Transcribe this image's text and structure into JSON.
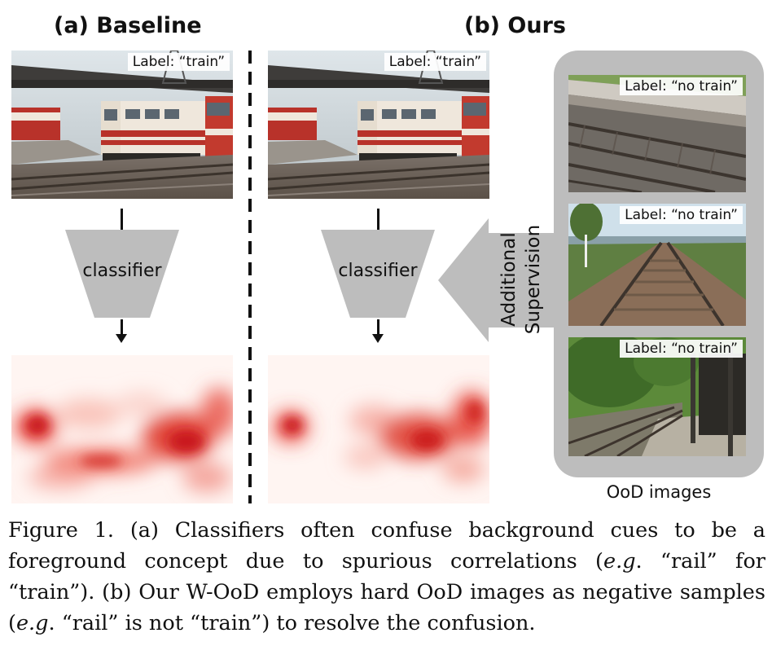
{
  "panels": {
    "baseline_title": "(a) Baseline",
    "ours_title": "(b) Ours"
  },
  "labels": {
    "train": "Label: “train”",
    "no_train": "Label: “no train”"
  },
  "classifier_label": "classifier",
  "supervision": {
    "line1": "Additional",
    "line2": "Supervision"
  },
  "ood_caption": "OoD images",
  "caption": {
    "part1": "Figure 1.  (a) Classifiers often confuse background cues to be a foreground concept due to spurious correlations (",
    "eg1": "e.g",
    "part2": ". “rail” for “train”). (b) Our W-OoD employs hard OoD images as negative samples (",
    "eg2": "e.g",
    "part3": ". “rail” is not “train”) to resolve the confusion."
  },
  "colors": {
    "heat_strong": "#d7191c",
    "heat_light": "#fde0dd",
    "classifier_fill": "#bdbdbd",
    "ood_box": "#bdbdbd"
  }
}
